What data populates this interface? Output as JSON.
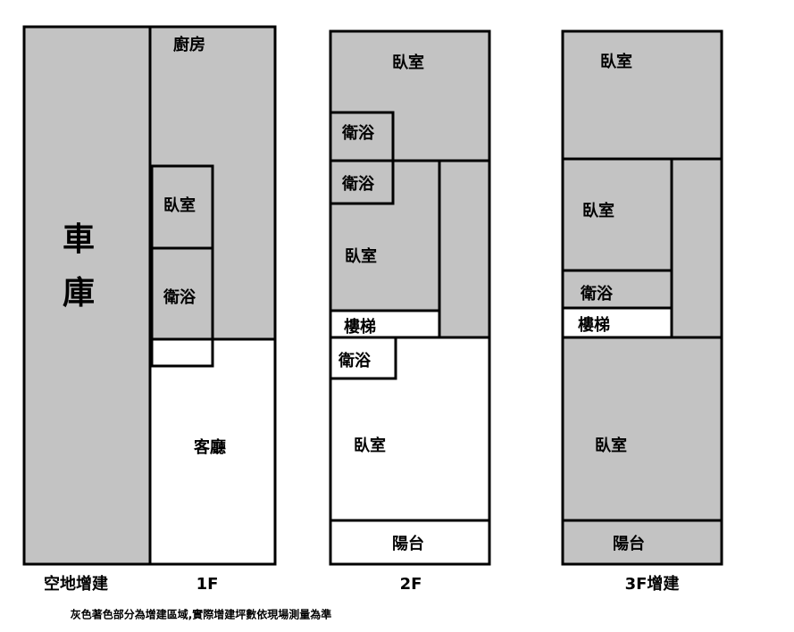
{
  "colors": {
    "extension_fill": "#c3c3c3",
    "original_fill": "#ffffff",
    "wall": "#000000"
  },
  "floor1": {
    "garage_top": "車",
    "garage_bottom": "庫",
    "kitchen": "廚房",
    "bedroom": "臥室",
    "bathroom": "衛浴",
    "living_room": "客廳",
    "caption": "1F",
    "ext_caption": "空地增建"
  },
  "floor2": {
    "bedroom_top": "臥室",
    "bathroom_1": "衛浴",
    "bathroom_2": "衛浴",
    "bedroom_mid": "臥室",
    "stairs": "樓梯",
    "bathroom_3": "衛浴",
    "bedroom_lower": "臥室",
    "balcony": "陽台",
    "caption": "2F"
  },
  "floor3": {
    "bedroom_top": "臥室",
    "bedroom_mid": "臥室",
    "bathroom": "衛浴",
    "stairs": "樓梯",
    "bedroom_lower": "臥室",
    "balcony": "陽台",
    "caption": "3F增建"
  },
  "note": "灰色著色部分為增建區域,實際增建坪數依現場測量為準"
}
